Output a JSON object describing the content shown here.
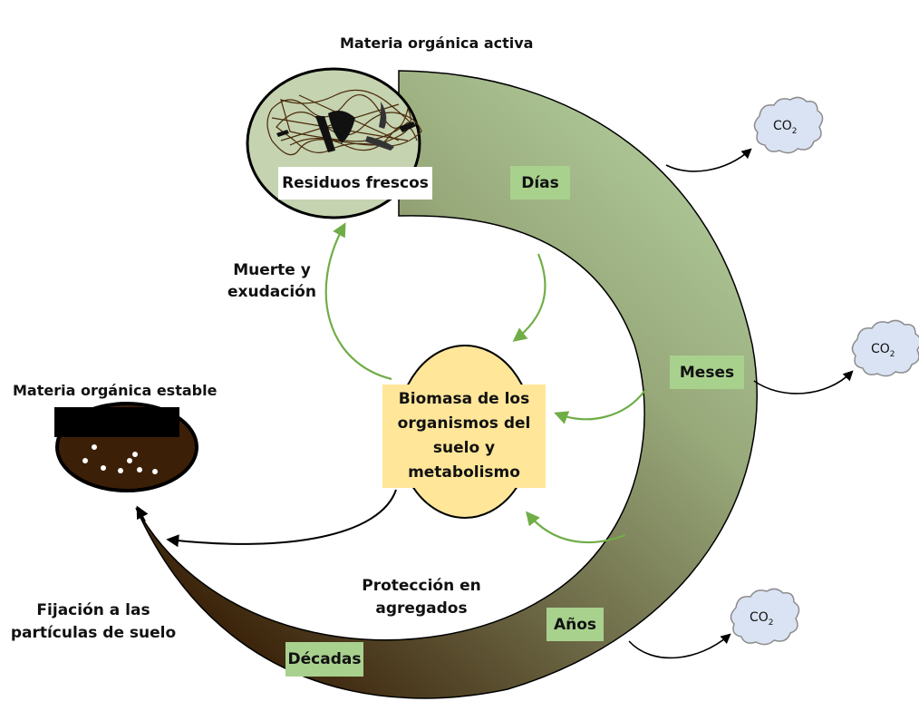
{
  "title": "Materia orgánica activa",
  "stable_title": "Materia orgánica estable",
  "fresh_residue_label": "Residuos frescos",
  "biomass_label": "Biomasa de los organismos del suelo y metabolismo",
  "death_exudation_label": [
    "Muerte y",
    "exudación"
  ],
  "protection_label": [
    "Protección en",
    "agregados"
  ],
  "fixation_label": [
    "Fijación a las",
    "partículas de suelo"
  ],
  "time_tags": {
    "days": "Días",
    "months": "Meses",
    "years": "Años",
    "decades": "Décadas"
  },
  "co2": [
    {
      "base": "CO",
      "sub": "2"
    },
    {
      "base": "CO",
      "sub": "2"
    },
    {
      "base": "CO",
      "sub": "2"
    }
  ],
  "colors": {
    "crescent_light": "#b5d1a1",
    "crescent_mid": "#7d8660",
    "crescent_dark": "#3a1f05",
    "tag_green": "#a9d18e",
    "biomass_yellow": "#ffe699",
    "arrow_green": "#70ad47",
    "cloud_fill": "#dae3f3",
    "cloud_stroke": "#8c8c8c",
    "residue_fill": "#c5d3b0",
    "stable_fill": "#3b1f06"
  }
}
